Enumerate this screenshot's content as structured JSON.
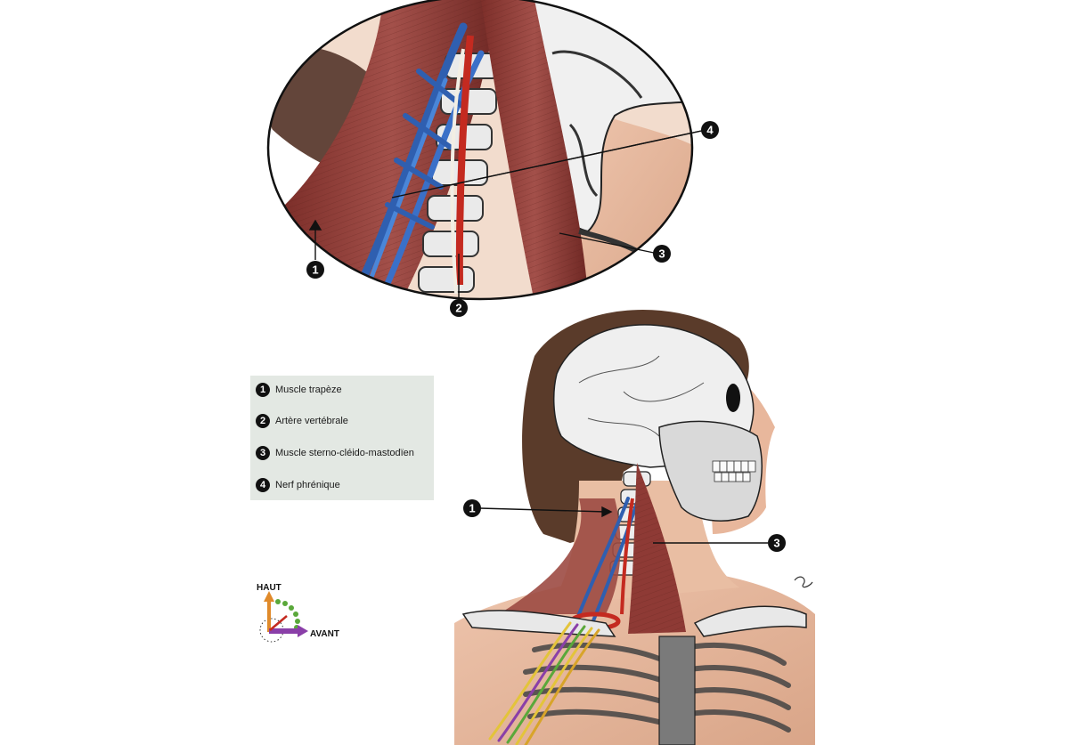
{
  "legend": {
    "items": [
      {
        "number": "1",
        "label": "Muscle trapèze"
      },
      {
        "number": "2",
        "label": "Artère vertébrale"
      },
      {
        "number": "3",
        "label": "Muscle sterno-cléido-mastodïen"
      },
      {
        "number": "4",
        "label": "Nerf phrénique"
      }
    ]
  },
  "callouts": {
    "zoom": {
      "c1": "1",
      "c2": "2",
      "c3": "3",
      "c4": "4"
    },
    "full": {
      "c1": "1",
      "c3": "3"
    }
  },
  "orientation": {
    "up_label": "HAUT",
    "front_label": "AVANT"
  },
  "colors": {
    "muscle": "#8e3a35",
    "artery": "#c42a20",
    "vein": "#2f5fb0",
    "nerve": "#e8e0c8",
    "bone": "#ededed",
    "skin": "#e4b49a",
    "hair": "#5a3b2a"
  }
}
